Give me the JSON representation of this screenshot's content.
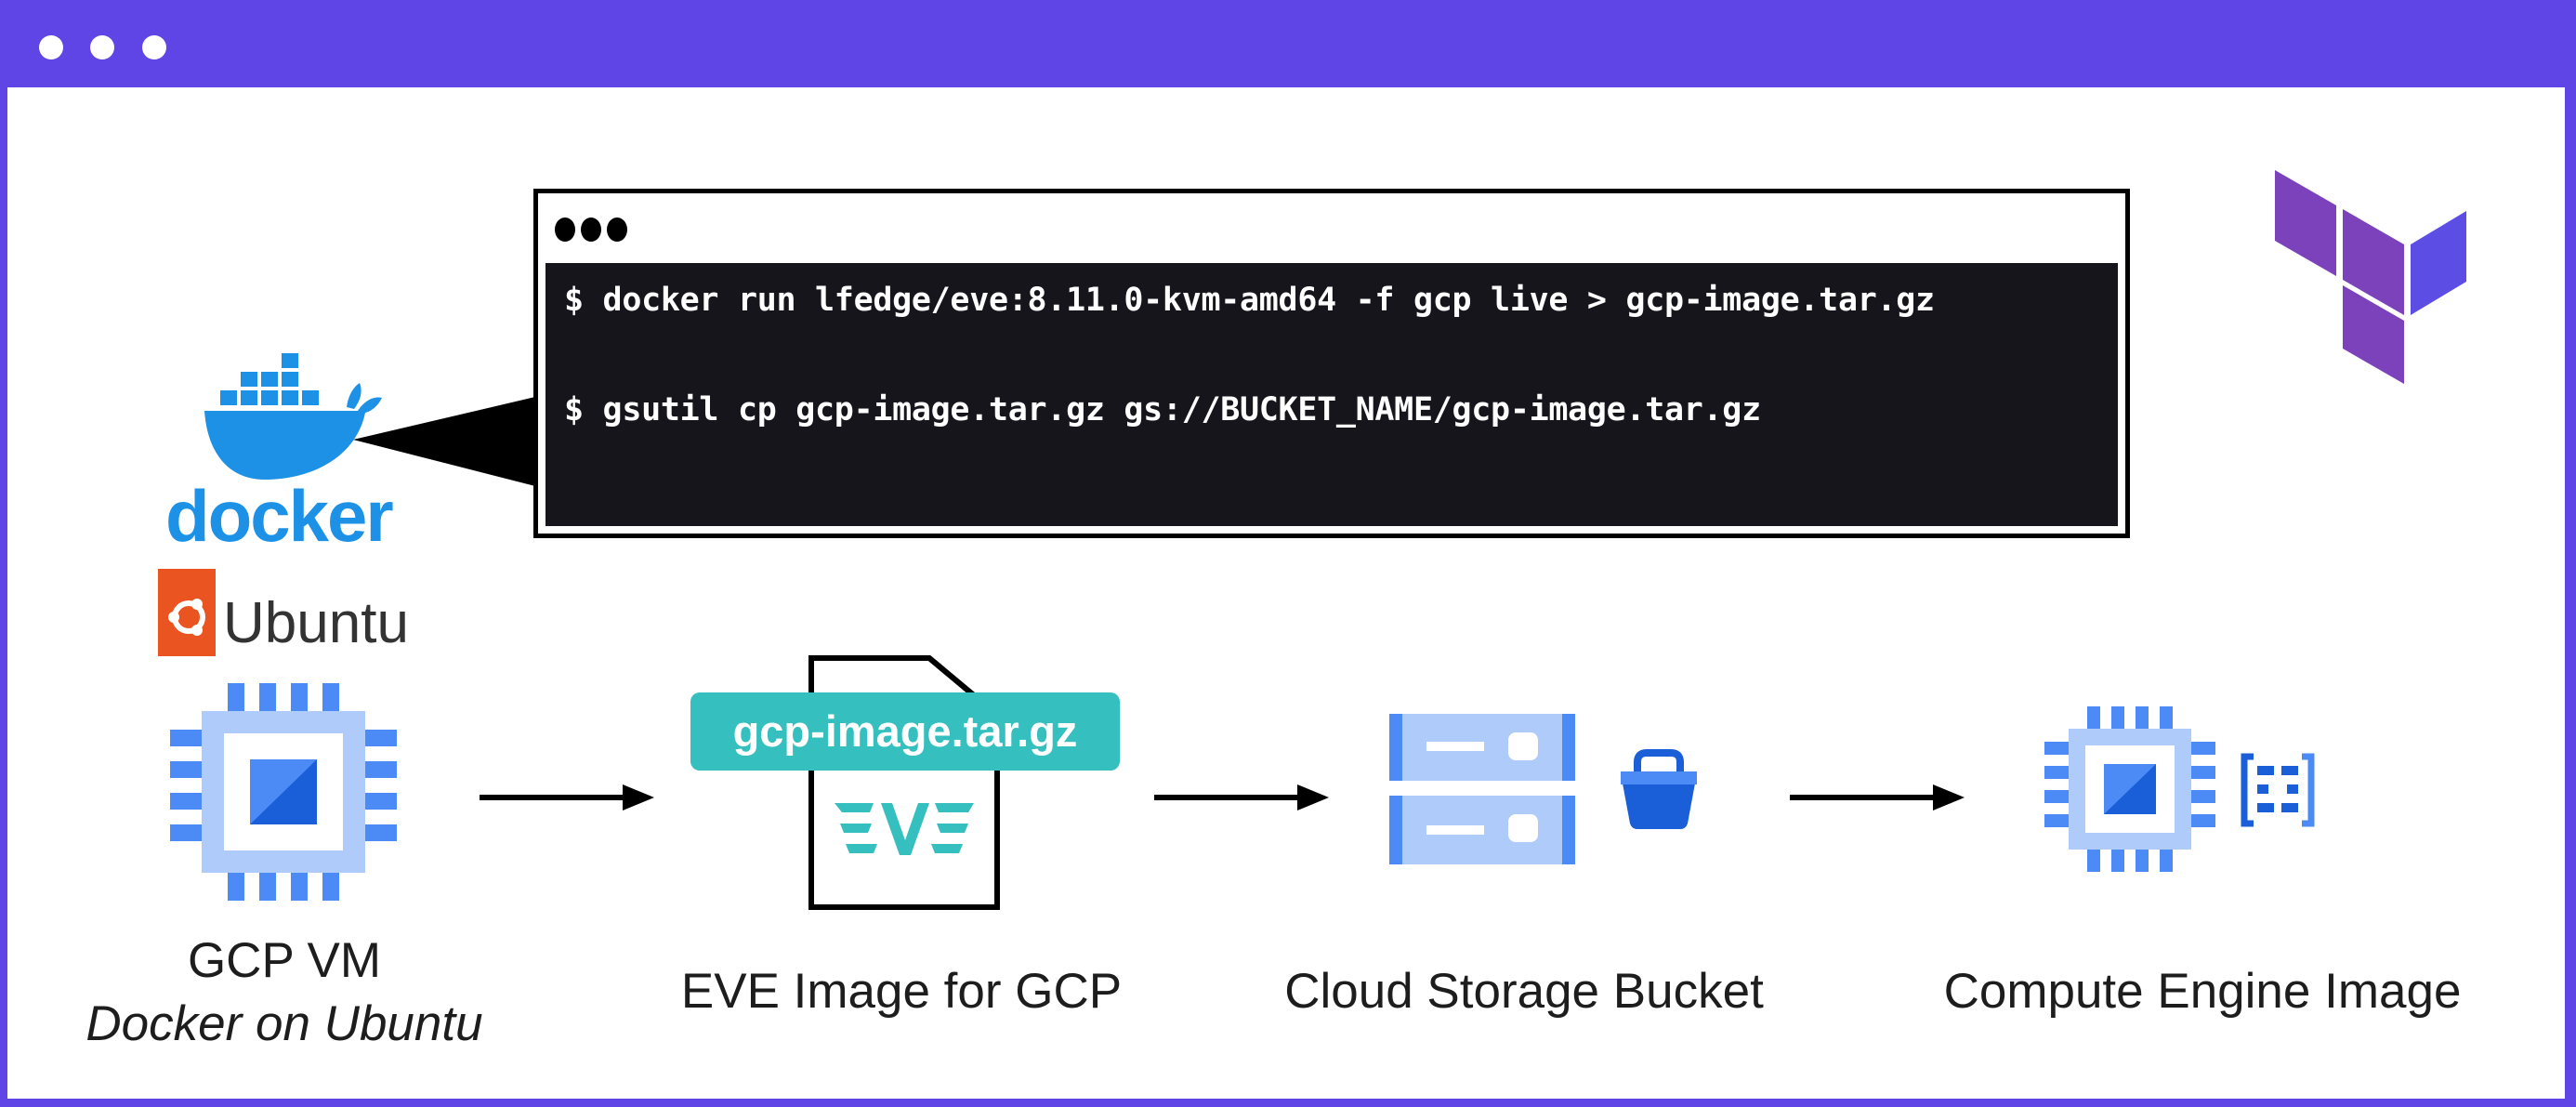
{
  "window": {
    "dots": 3
  },
  "terminal": {
    "commands": [
      "$ docker run lfedge/eve:8.11.0-kvm-amd64 -f gcp live > gcp-image.tar.gz",
      "$ gsutil cp gcp-image.tar.gz gs://BUCKET_NAME/gcp-image.tar.gz"
    ]
  },
  "logos": {
    "docker_text": "docker",
    "ubuntu_text": "Ubuntu"
  },
  "steps": [
    {
      "title": "GCP VM",
      "subtitle": "Docker on Ubuntu"
    },
    {
      "title": "EVE Image for GCP",
      "badge": "gcp-image.tar.gz"
    },
    {
      "title": "Cloud Storage Bucket"
    },
    {
      "title": "Compute Engine Image"
    }
  ],
  "colors": {
    "frame": "#5f44e6",
    "gcp_blue": "#4c8bf5",
    "gcp_light": "#aecbfa",
    "gcp_dark": "#1a5fd8",
    "eve_teal": "#35bfbf",
    "docker_blue": "#1d91e6",
    "ubuntu_orange": "#e95420",
    "terraform_purple": "#7b42bc"
  },
  "icons": [
    "docker-whale-icon",
    "ubuntu-logo-icon",
    "chip-icon",
    "file-icon",
    "eve-logo-icon",
    "server-icon",
    "bucket-icon",
    "image-icon",
    "terraform-logo-icon"
  ]
}
